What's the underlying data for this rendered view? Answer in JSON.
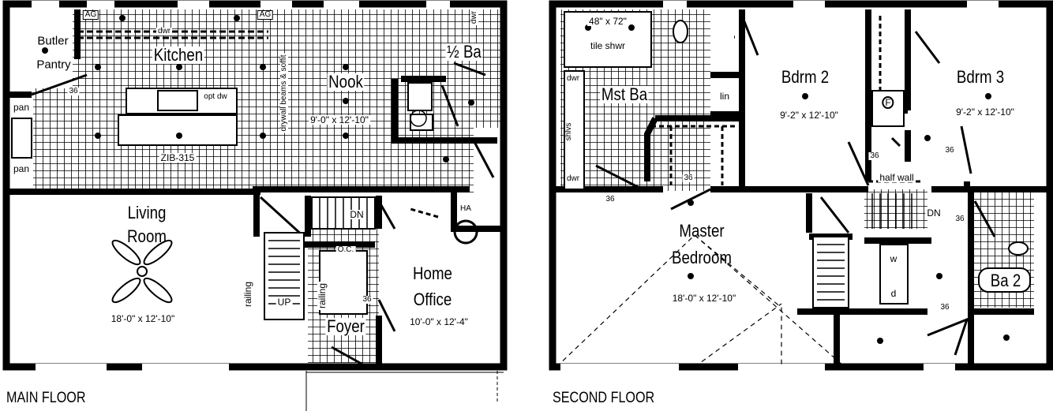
{
  "main_floor": {
    "caption": "MAIN FLOOR",
    "rooms": {
      "butler_pantry_1": "Butler",
      "butler_pantry_2": "Pantry",
      "kitchen": "Kitchen",
      "nook": "Nook",
      "nook_size": "9'-0\" x 12'-10\"",
      "half_bath": "½ Ba",
      "living_1": "Living",
      "living_2": "Room",
      "living_size": "18'-0\" x 12'-10\"",
      "home_office_1": "Home",
      "home_office_2": "Office",
      "office_size": "10'-0\" x 12'-4\"",
      "foyer": "Foyer"
    },
    "labels": {
      "ag_left": "AG",
      "ag_right": "AG",
      "dwr": "dwr",
      "opt_dw": "opt dw",
      "island": "ZIB-315",
      "soffit": "drywall beams & soffit",
      "pan_top": "pan",
      "pan_bottom": "pan",
      "door_36_pantry": "36",
      "door_36_foyer": "36",
      "dn": "DN",
      "up": "UP",
      "oc": "O.C.",
      "railing_left": "railing",
      "railing_right": "railing",
      "ha": "HA",
      "dryer": "dwr"
    }
  },
  "second_floor": {
    "caption": "SECOND FLOOR",
    "rooms": {
      "master_bath": "Mst Ba",
      "bdrm2": "Bdrm 2",
      "bdrm2_size": "9'-2\" x 12'-10\"",
      "bdrm3": "Bdrm 3",
      "bdrm3_size": "9'-2\" x 12'-10\"",
      "master_1": "Master",
      "master_2": "Bedroom",
      "master_size": "18'-0\" x 12'-10\"",
      "bath2": "Ba 2"
    },
    "labels": {
      "shower_1": "48\" x 72\"",
      "shower_2": "tile shwr",
      "lin": "lin",
      "dwr_top": "dwr",
      "dwr_bottom": "dwr",
      "shlvs": "shlvs",
      "furnace": "F",
      "half_wall": "half wall",
      "dn": "DN",
      "washer": "w",
      "dryer": "d",
      "d36_a": "36",
      "d36_b": "36",
      "d36_c": "36",
      "d36_d": "36",
      "d36_e": "36",
      "d36_f": "36"
    }
  }
}
